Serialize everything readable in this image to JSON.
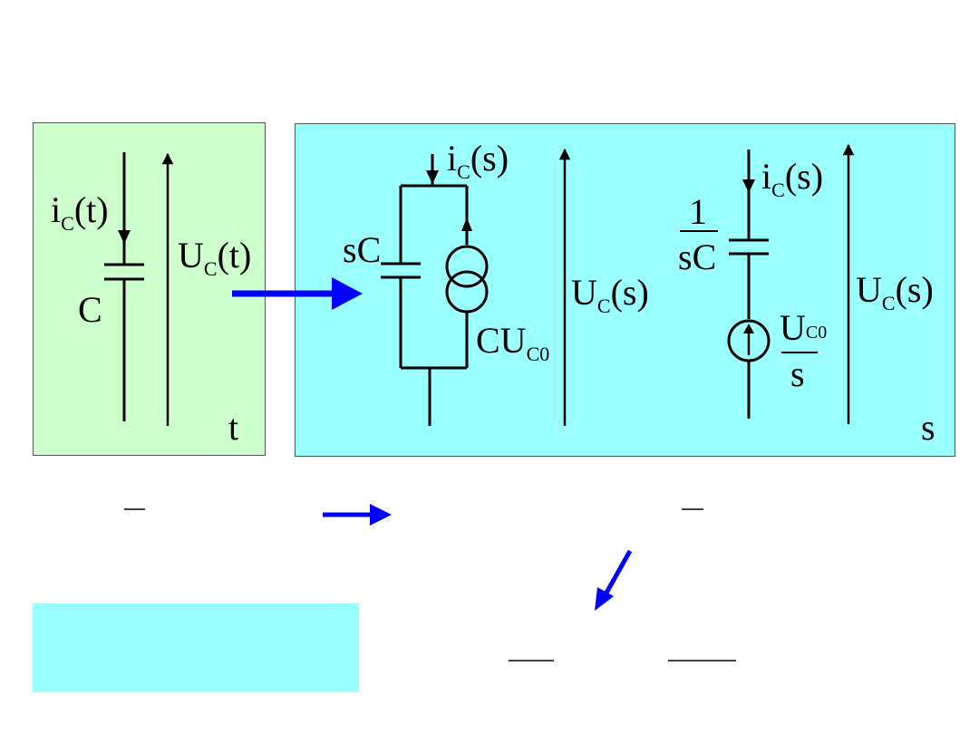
{
  "time_domain": {
    "current_label": "i",
    "current_sub": "C",
    "current_arg": "(t)",
    "voltage_label": "U",
    "voltage_sub": "C",
    "voltage_arg": "(t)",
    "element": "C",
    "domain_mark": "t"
  },
  "s_domain_parallel": {
    "current_label": "i",
    "current_sub": "C",
    "current_arg": "(s)",
    "admittance": "sC",
    "source_main": "CU",
    "source_sub": "C0",
    "voltage_label": "U",
    "voltage_sub": "C",
    "voltage_arg": "(s)"
  },
  "s_domain_series": {
    "current_label": "i",
    "current_sub": "C",
    "current_arg": "(s)",
    "impedance_num": "1",
    "impedance_den": "sC",
    "source_num_main": "U",
    "source_num_sub": "C0",
    "source_den": "s",
    "voltage_label": "U",
    "voltage_sub": "C",
    "voltage_arg": "(s)",
    "domain_mark": "s"
  },
  "colors": {
    "time_panel": "#ccffcc",
    "s_panel": "#99ffff",
    "arrow": "#0000ff",
    "note_box": "#99ffff"
  }
}
